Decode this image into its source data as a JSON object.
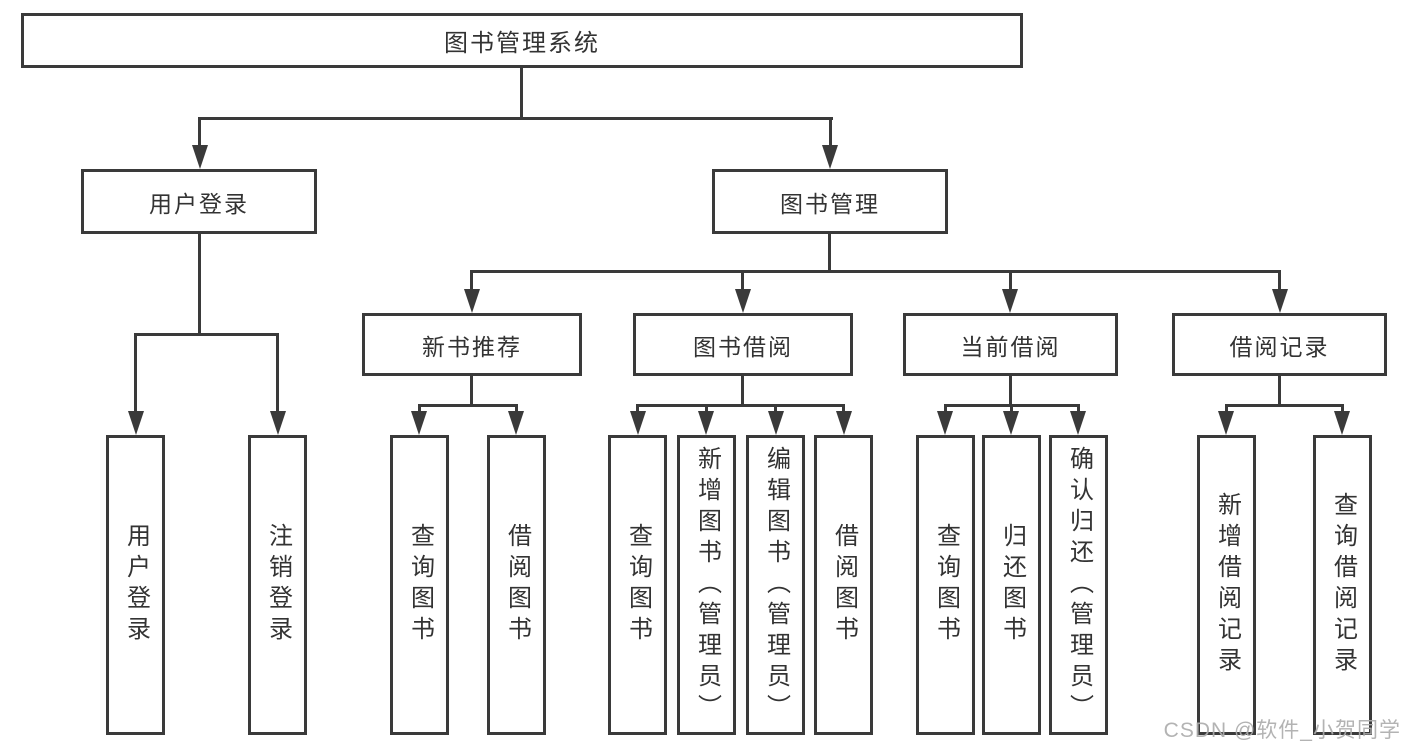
{
  "diagram": {
    "root": {
      "label": "图书管理系统",
      "children": [
        {
          "label": "用户登录",
          "children": [
            {
              "label": "用户登录"
            },
            {
              "label": "注销登录"
            }
          ]
        },
        {
          "label": "图书管理",
          "children": [
            {
              "label": "新书推荐",
              "children": [
                {
                  "label": "查询图书"
                },
                {
                  "label": "借阅图书"
                }
              ]
            },
            {
              "label": "图书借阅",
              "children": [
                {
                  "label": "查询图书"
                },
                {
                  "label": "新增图书（管理员）"
                },
                {
                  "label": "编辑图书（管理员）"
                },
                {
                  "label": "借阅图书"
                }
              ]
            },
            {
              "label": "当前借阅",
              "children": [
                {
                  "label": "查询图书"
                },
                {
                  "label": "归还图书"
                },
                {
                  "label": "确认归还（管理员）"
                }
              ]
            },
            {
              "label": "借阅记录",
              "children": [
                {
                  "label": "新增借阅记录"
                },
                {
                  "label": "查询借阅记录"
                }
              ]
            }
          ]
        }
      ]
    }
  },
  "watermark": "CSDN @软件_小贺同学",
  "colors": {
    "line": "#3a3a3a",
    "text": "#333333",
    "watermark": "#acacac",
    "background": "#ffffff"
  }
}
